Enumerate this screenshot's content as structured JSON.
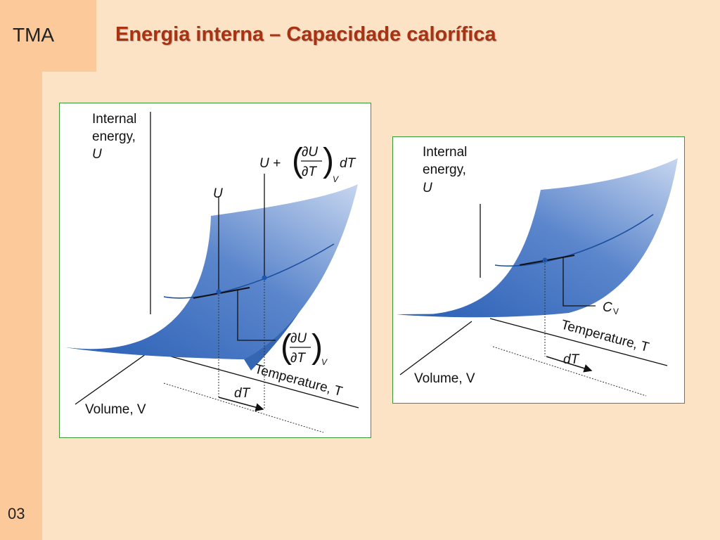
{
  "slide": {
    "brand": "TMA",
    "title": "Energia interna – Capacidade calorífica",
    "page_number": "03"
  },
  "left_diagram": {
    "z_axis_label_line1": "Internal",
    "z_axis_label_line2": "energy,",
    "z_axis_label_var": "U",
    "point_label_u": "U",
    "point_label_udt_prefix": "U +",
    "partial_numerator": "∂U",
    "partial_denominator": "∂T",
    "subscript_v": "V",
    "dT_label_top": "dT",
    "slope_numerator": "∂U",
    "slope_denominator": "∂T",
    "slope_subscript": "V",
    "temperature_axis_label": "Temperature, T",
    "volume_axis_label": "Volume, V",
    "dT_label_bottom": "dT",
    "colors": {
      "surface_dark": "#2f66b8",
      "surface_light": "#c3d3ee",
      "panel_border": "#3a9a3a"
    }
  },
  "right_diagram": {
    "z_axis_label_line1": "Internal",
    "z_axis_label_line2": "energy,",
    "z_axis_label_var": "U",
    "cv_label": "C",
    "cv_subscript": "V",
    "temperature_axis_label": "Temperature, T",
    "volume_axis_label": "Volume, V",
    "dT_label": "dT"
  }
}
